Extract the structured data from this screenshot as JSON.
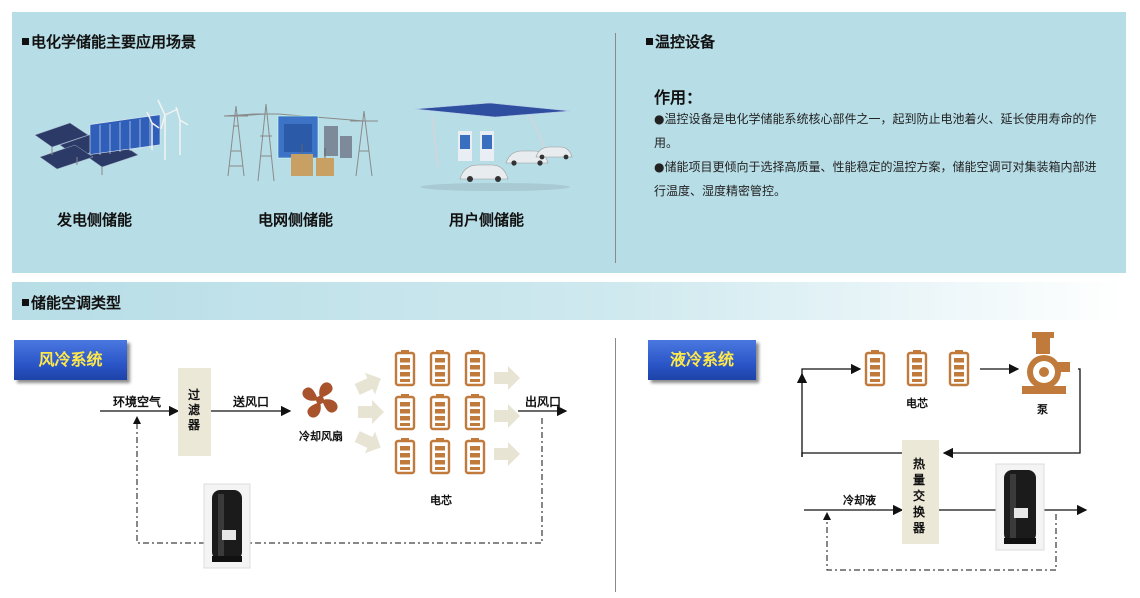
{
  "top_left": {
    "title": "电化学储能主要应用场景",
    "scenes": [
      {
        "label": "发电侧储能"
      },
      {
        "label": "电网侧储能"
      },
      {
        "label": "用户侧储能"
      }
    ]
  },
  "top_right": {
    "title": "温控设备",
    "subtitle": "作用：",
    "bullets": [
      "●温控设备是电化学储能系统核心部件之一，起到防止电池着火、延长使用寿命的作用。",
      "●储能项目更倾向于选择高质量、性能稳定的温控方案，储能空调可对集装箱内部进行温度、湿度精密管控。"
    ]
  },
  "section2": {
    "title": "储能空调类型"
  },
  "air_cooling": {
    "button": "风冷系统",
    "ambient": "环境空气",
    "filter": "过滤器",
    "supply": "送风口",
    "fan": "冷却风扇",
    "cells": "电芯",
    "outlet": "出风口"
  },
  "liquid_cooling": {
    "button": "液冷系统",
    "cells": "电芯",
    "pump": "泵",
    "exchanger": "热量交换器",
    "coolant": "冷却液"
  },
  "colors": {
    "panel": "#b7dde6",
    "battery": "#c07a3c",
    "arrow": "#e8e4d4",
    "button": "#2b56c8",
    "button_text": "#ffe94a"
  }
}
